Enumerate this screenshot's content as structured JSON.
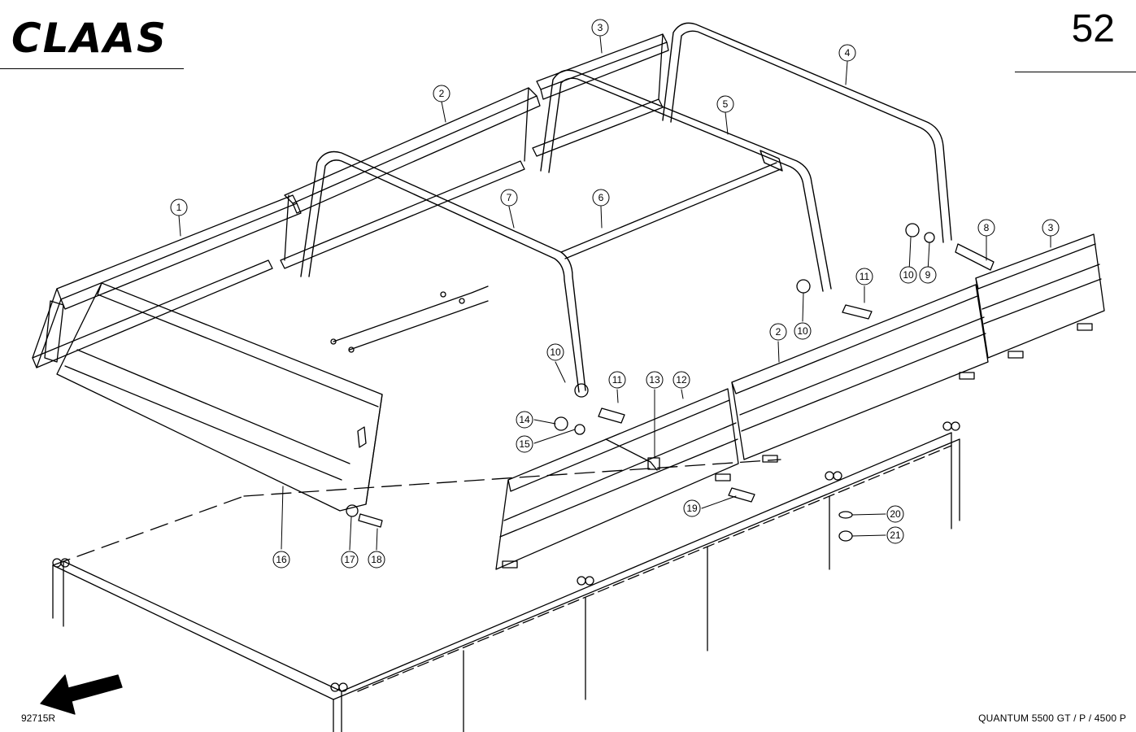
{
  "header": {
    "brand": "CLAAS",
    "page_number": "52"
  },
  "footer": {
    "drawing_number": "92715R",
    "model": "QUANTUM  5500 GT / P / 4500 P"
  },
  "callouts": [
    {
      "id": "c1",
      "label": "1"
    },
    {
      "id": "c2a",
      "label": "2"
    },
    {
      "id": "c3a",
      "label": "3"
    },
    {
      "id": "c4",
      "label": "4"
    },
    {
      "id": "c5",
      "label": "5"
    },
    {
      "id": "c6",
      "label": "6"
    },
    {
      "id": "c7",
      "label": "7"
    },
    {
      "id": "c8",
      "label": "8"
    },
    {
      "id": "c3b",
      "label": "3"
    },
    {
      "id": "c10a",
      "label": "10"
    },
    {
      "id": "c9",
      "label": "9"
    },
    {
      "id": "c11a",
      "label": "11"
    },
    {
      "id": "c10b",
      "label": "10"
    },
    {
      "id": "c2b",
      "label": "2"
    },
    {
      "id": "c10c",
      "label": "10"
    },
    {
      "id": "c11b",
      "label": "11"
    },
    {
      "id": "c13",
      "label": "13"
    },
    {
      "id": "c12",
      "label": "12"
    },
    {
      "id": "c14",
      "label": "14"
    },
    {
      "id": "c15",
      "label": "15"
    },
    {
      "id": "c16",
      "label": "16"
    },
    {
      "id": "c17",
      "label": "17"
    },
    {
      "id": "c18",
      "label": "18"
    },
    {
      "id": "c19",
      "label": "19"
    },
    {
      "id": "c20",
      "label": "20"
    },
    {
      "id": "c21",
      "label": "21"
    }
  ]
}
